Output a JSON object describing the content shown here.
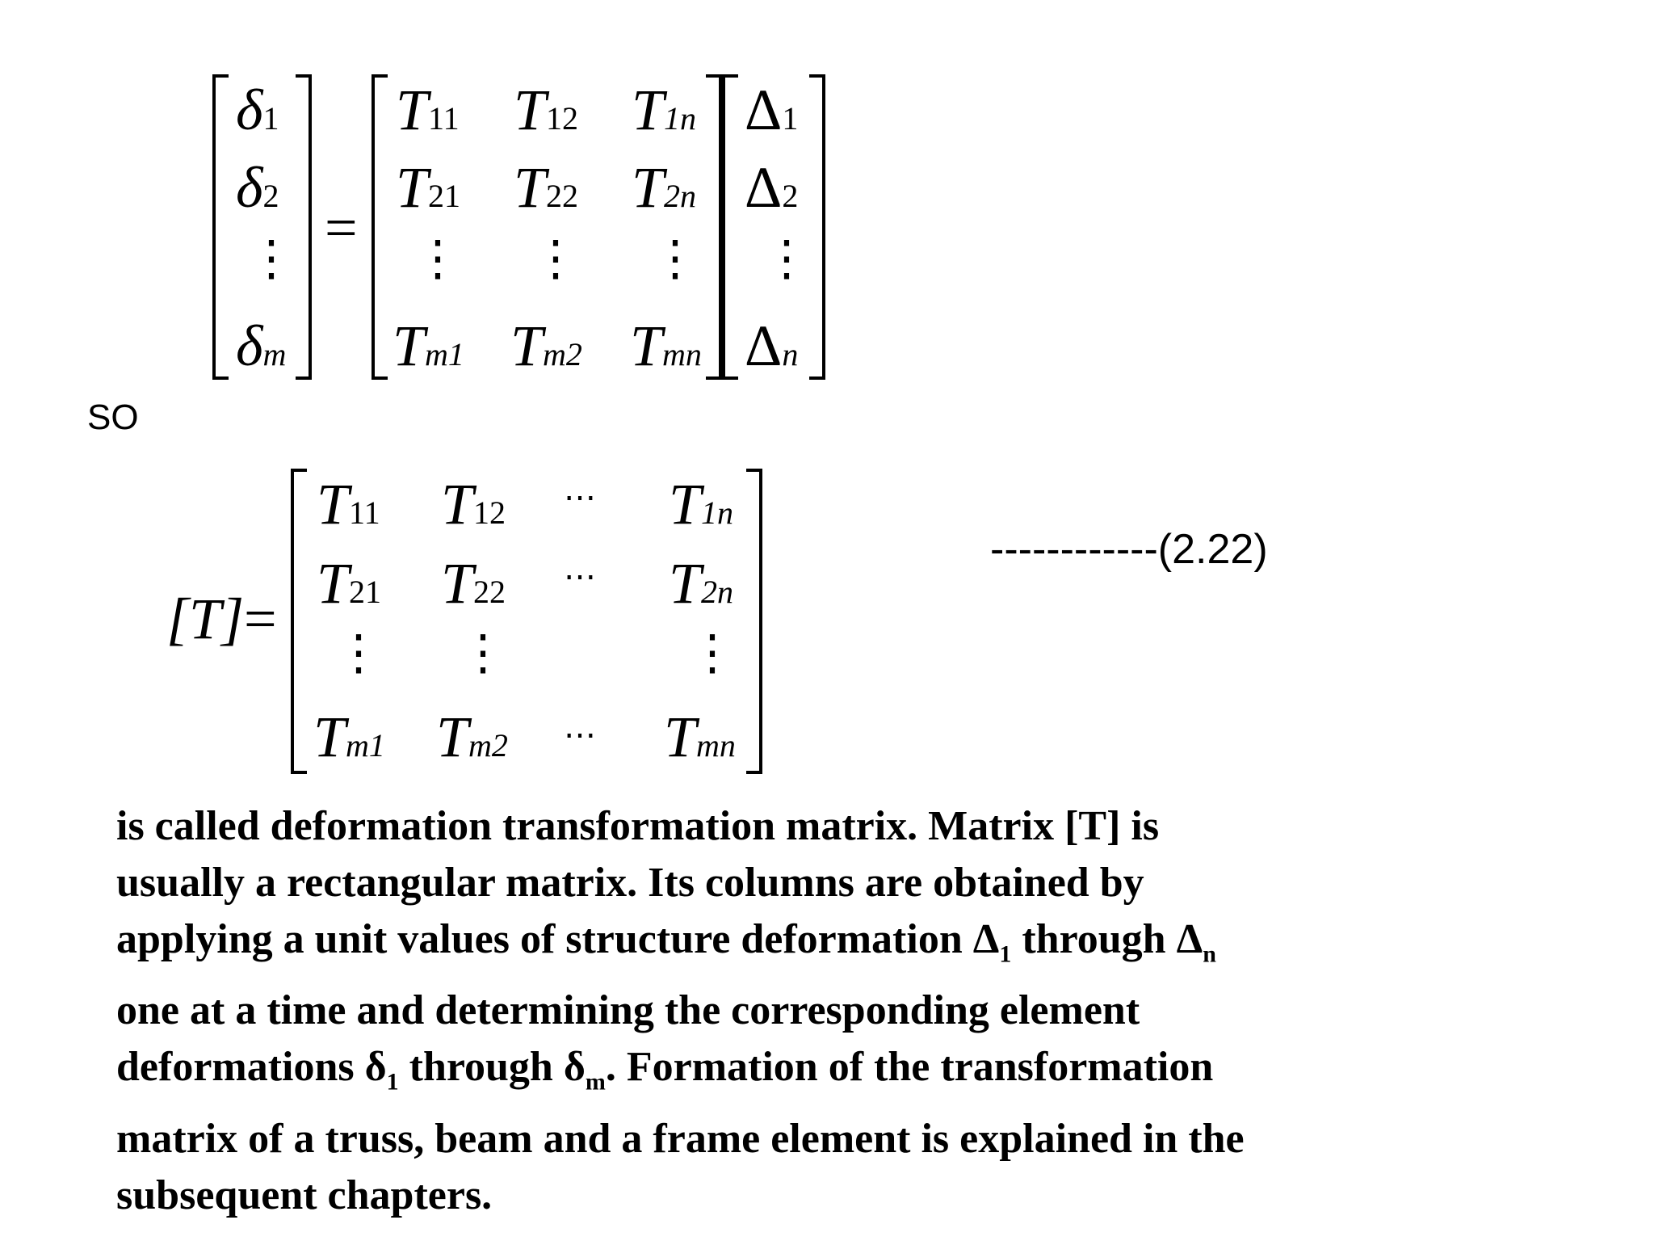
{
  "equation1": {
    "lhs": [
      {
        "sym": "δ",
        "sub": "1"
      },
      {
        "sym": "δ",
        "sub": "2"
      },
      {
        "sym": "δ",
        "sub": "m"
      }
    ],
    "equals": "=",
    "matrix": [
      [
        {
          "sym": "T",
          "sub": "11"
        },
        {
          "sym": "T",
          "sub": "12"
        },
        {
          "sym": "T",
          "sub": "1n"
        }
      ],
      [
        {
          "sym": "T",
          "sub": "21"
        },
        {
          "sym": "T",
          "sub": "22"
        },
        {
          "sym": "T",
          "sub": "2n"
        }
      ],
      [
        {
          "sym": "T",
          "sub": "m1"
        },
        {
          "sym": "T",
          "sub": "m2"
        },
        {
          "sym": "T",
          "sub": "mn"
        }
      ]
    ],
    "rhs": [
      {
        "sym": "Δ",
        "sub": "1"
      },
      {
        "sym": "Δ",
        "sub": "2"
      },
      {
        "sym": "Δ",
        "sub": "n"
      }
    ]
  },
  "connector": "SO",
  "equation2": {
    "lhs": "[T]",
    "equals": "=",
    "matrix": [
      [
        {
          "sym": "T",
          "sub": "11"
        },
        {
          "sym": "T",
          "sub": "12"
        },
        {
          "sym": "T",
          "sub": "1n"
        }
      ],
      [
        {
          "sym": "T",
          "sub": "21"
        },
        {
          "sym": "T",
          "sub": "22"
        },
        {
          "sym": "T",
          "sub": "2n"
        }
      ],
      [
        {
          "sym": "T",
          "sub": "m1"
        },
        {
          "sym": "T",
          "sub": "m2"
        },
        {
          "sym": "T",
          "sub": "mn"
        }
      ]
    ],
    "number": "------------(2.22)"
  },
  "paragraph": {
    "line1": "is called deformation transformation matrix. Matrix [T] is",
    "line2": "usually a rectangular matrix. Its columns are obtained by",
    "line3_a": "applying a unit values of structure deformation Δ",
    "line3_sub1": "1",
    "line3_b": " through Δ",
    "line3_sub2": "n",
    "line4": "one at a time and determining the corresponding element",
    "line5_a": "deformations δ",
    "line5_sub1": "1",
    "line5_b": " through δ",
    "line5_sub2": "m",
    "line5_c": ". Formation of the transformation",
    "line6": "matrix of a truss, beam and a frame element is explained in the",
    "line7": "subsequent chapters."
  }
}
